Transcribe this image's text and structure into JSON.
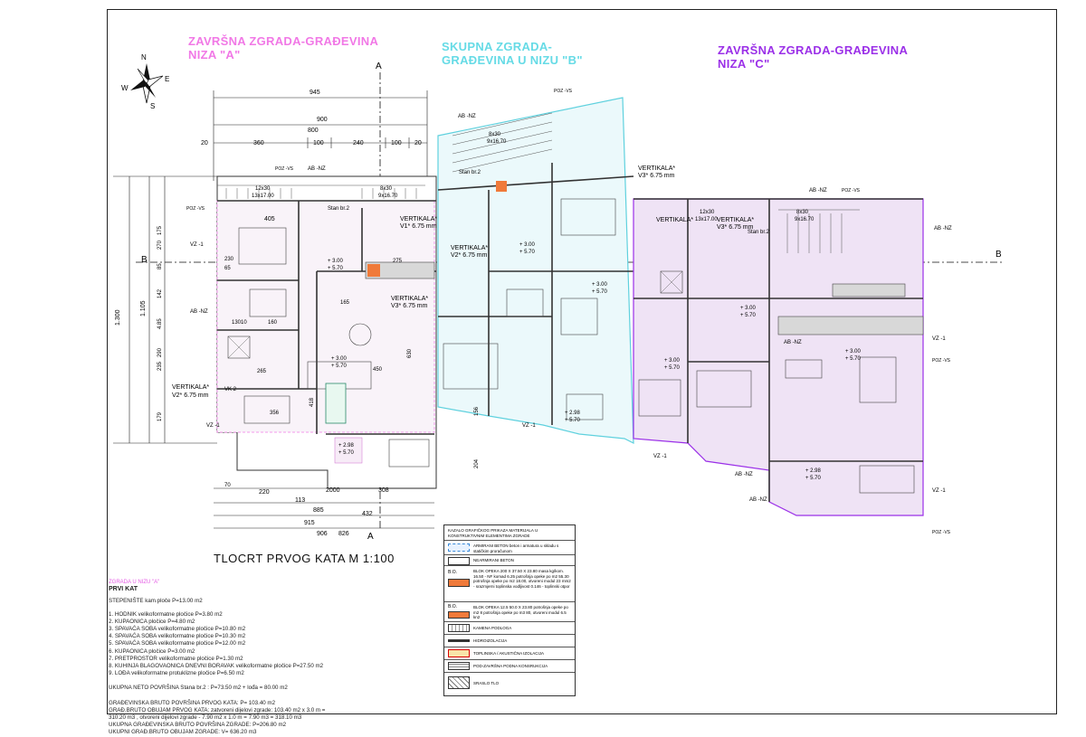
{
  "zones": {
    "a": {
      "line1": "ZAVRŠNA ZGRADA-GRAĐEVINA",
      "line2": "NIZA \"A\"",
      "color": "#f178e6"
    },
    "b": {
      "line1": "SKUPNA ZGRADA-",
      "line2": "GRAĐEVINA U NIZU \"B\"",
      "color": "#66dbe6"
    },
    "c": {
      "line1": "ZAVRŠNA ZGRADA-GRAĐEVINA",
      "line2": "NIZA \"C\"",
      "color": "#9b30e8"
    }
  },
  "compass": {
    "n": "N",
    "e": "E",
    "s": "S",
    "w": "W"
  },
  "section_marks": {
    "a": "A",
    "b": "B"
  },
  "plan_title": "TLOCRT PRVOG KATA     M 1:100",
  "dimensions": {
    "top": [
      "945",
      "900",
      "800",
      "360",
      "100",
      "240",
      "100",
      "20",
      "20"
    ],
    "left_total": "1.300",
    "left_segments": [
      "175",
      "270",
      "85",
      "142",
      "1.105",
      "4.85",
      "290",
      "235",
      "179"
    ],
    "bottom": [
      "70",
      "220",
      "2000",
      "308",
      "113",
      "885",
      "432",
      "915",
      "906",
      "826"
    ]
  },
  "room_labels": {
    "vertikala1": "VERTIKALA*",
    "v1": "V1* 6.75 mm",
    "v2": "V2* 6.75 mm",
    "v3": "V3* 6.75 mm",
    "stan": "Stan br.2",
    "stair_a": "12x30",
    "stair_b": "13x17.00",
    "stair_c": "8x30",
    "stair_d": "9x16.70",
    "abnz": "AB -NZ",
    "vz": "VZ -1",
    "pozvs": "POZ -VS",
    "vk": "VK 2",
    "level_up": "+ 3.00",
    "level_up2": "+ 5.70",
    "level_low": "+ 2.98"
  },
  "dim_inner": [
    "405",
    "230",
    "65",
    "275",
    "165",
    "10",
    "160",
    "130",
    "265",
    "356",
    "418",
    "450",
    "630",
    "156",
    "204"
  ],
  "notes": {
    "heading": "ZGRADA U NIZU \"A\"",
    "floor": "PRVI KAT",
    "stair": "STEPENIŠTE kam.ploče P=13.00 m2",
    "rooms": [
      "1. HODNIK  velikoformatne pločice P=3.80 m2",
      "2. KUPAONICA  pločice P=4.80 m2",
      "3. SPAVAĆA SOBA  velikoformatne pločice P=10.80 m2",
      "4. SPAVAĆA SOBA velikoformatne pločice P=10.30 m2",
      "5. SPAVAĆA SOBA velikoformatne pločice P=12.00 m2",
      "6. KUPAONICA pločice P=3.00 m2",
      "7. PRETPROSTOR velikoformatne pločice P=1.30 m2",
      "8. KUHINJA BLAGOVAONICA DNEVNI BORAVAK velikoformatne pločice P=27.50 m2",
      "9. LOĐA velikoformatne protuklizne pločice P=6.50 m2"
    ],
    "net": "UKUPNA NETO POVRŠINA Stana br.2 : P=73.50 m2 + lođa = 80.00 m2",
    "gross1": "GRAĐEVINSKA BRUTO POVRŠINA PRVOG KATA: P= 103.40 m2",
    "gross2": "GRAĐ.BRUTO OBUJAM PRVOG KATA:  zatvoreni dijelovi zgrade: 103.40 m2 x 3.0 m =",
    "gross3": "310.20 m3 , otvoreni dijelovi zgrade - 7.90 m2 x 1.0 m = 7.90 m3 = 318.10 m3",
    "gross4": "UKUPNA GRAĐEVINSKA BRUTO POVRŠINA ZGRADE: P=206.80 m2",
    "gross5": "UKUPNI GRAĐ.BRUTO OBUJAM ZGRADE: V= 636.20 m3"
  },
  "legend": {
    "head": "KAZALO GRAFIČKOG PRIKAZA MATERIJALA U KONSTRUKTIVNIM ELEMENTIMA ZGRADE",
    "rows": [
      {
        "text": "ARMIRANI BETON beton i armatura u skladu s statičkim proračunom",
        "color": "#e8f2ff"
      },
      {
        "text": "NEARMIRANI BETON",
        "color": "#ffffff"
      },
      {
        "text": "BLOK OPEKA 200 X 37.50 X 23.80 masa kg/kom. 16.50 - NF komad 6.25 potrošnja opeke po m2 55.30 potrošnja opeke po m2 18.00, otvoreni modul 23 mm2 - srazmjerni toplinska vodljivost 0.146 - toplinski otpor",
        "color": "#f07a3a"
      },
      {
        "text": "BLOK OPEKA 12.5 50.0 X 23.80 potrošnja opeke po m2 8 potrošnja opeke po m3 80, otvoreni modul 6.5  kn2",
        "color": "#f07a3a"
      },
      {
        "text": "KAMENA PODLOGA",
        "color": "#ffffff"
      },
      {
        "text": "HIDROIZOLACIJA",
        "color": "#ffffff"
      },
      {
        "text": "TOPLINSKA / AKUSTIČNA IZOLACIJA",
        "color": "#f8e3a8"
      },
      {
        "text": "POD-ZAVRŠNA PODNA KONSRUKCIJA",
        "color": "#ffffff"
      },
      {
        "text": "SRASLO TLO",
        "color": "#ffffff"
      }
    ],
    "codes": [
      "B.O.",
      "B.O."
    ]
  }
}
